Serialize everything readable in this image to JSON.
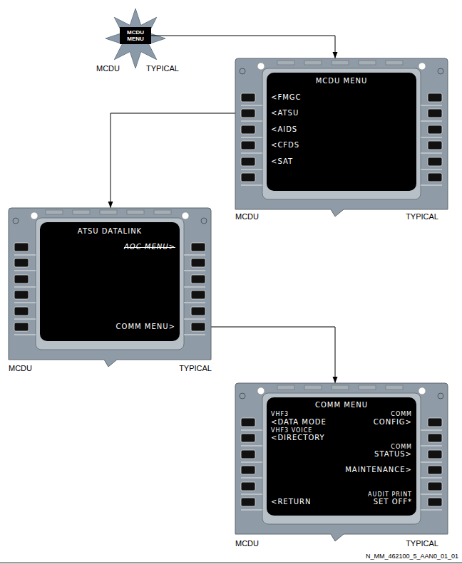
{
  "diagram": {
    "nodes": [
      {
        "text": [
          "MCDU MENU"
        ]
      },
      {
        "text": [
          "MCDU MENU",
          "<FMGC",
          "<ATSU",
          "<AIDS",
          "<CFDS",
          "<SAT"
        ]
      },
      {
        "text": [
          "ATSU DATALINK",
          "AOC MENU>",
          "COMM MENU>"
        ]
      },
      {
        "text": [
          "COMM MENU",
          "VHF3",
          "COMM",
          "<DATA MODE",
          "CONFIG>",
          "VHF3 VOICE",
          "<DIRECTORY",
          "COMM",
          "STATUS>",
          "MAINTENANCE>",
          "AUDIT PRINT",
          "<RETURN",
          "SET OFF*"
        ]
      }
    ],
    "edges": [
      {
        "from": 0,
        "to": 1,
        "arrow": "to"
      },
      {
        "from": 1,
        "to": 2,
        "arrow": "to"
      },
      {
        "from": 2,
        "to": 3,
        "arrow": "to"
      }
    ],
    "labels": [
      "MCDU",
      "TYPICAL",
      "MCDU",
      "TYPICAL",
      "MCDU",
      "TYPICAL",
      "MCDU",
      "TYPICAL",
      "N_MM_462100_5_AAN0_01_01"
    ]
  }
}
